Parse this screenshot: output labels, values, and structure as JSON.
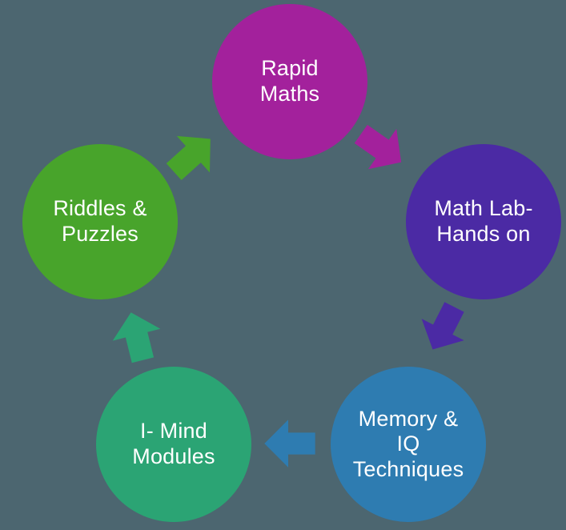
{
  "diagram": {
    "type": "cycle",
    "background_color": "#4C6670",
    "text_color": "#FFFFFF",
    "nodes": [
      {
        "id": "rapid-maths",
        "label": "Rapid\nMaths",
        "color": "#A3219C"
      },
      {
        "id": "math-lab-hands-on",
        "label": "Math Lab-\nHands on",
        "color": "#4B2AA4"
      },
      {
        "id": "memory-iq-techniques",
        "label": "Memory &\nIQ\nTechniques",
        "color": "#2E7CB1"
      },
      {
        "id": "i-mind-modules",
        "label": "I- Mind\nModules",
        "color": "#2BA474"
      },
      {
        "id": "riddles-puzzles",
        "label": "Riddles &\nPuzzles",
        "color": "#48A42B"
      }
    ],
    "arrows": [
      {
        "id": "riddles-to-rapid",
        "direction": "up-right",
        "color": "#48A42B"
      },
      {
        "id": "rapid-to-mathlab",
        "direction": "down-right",
        "color": "#A3219C"
      },
      {
        "id": "mathlab-to-memory",
        "direction": "down-left",
        "color": "#4B2AA4"
      },
      {
        "id": "memory-to-imind",
        "direction": "left",
        "color": "#2E7CB1"
      },
      {
        "id": "imind-to-riddles",
        "direction": "up",
        "color": "#2BA474"
      }
    ]
  }
}
